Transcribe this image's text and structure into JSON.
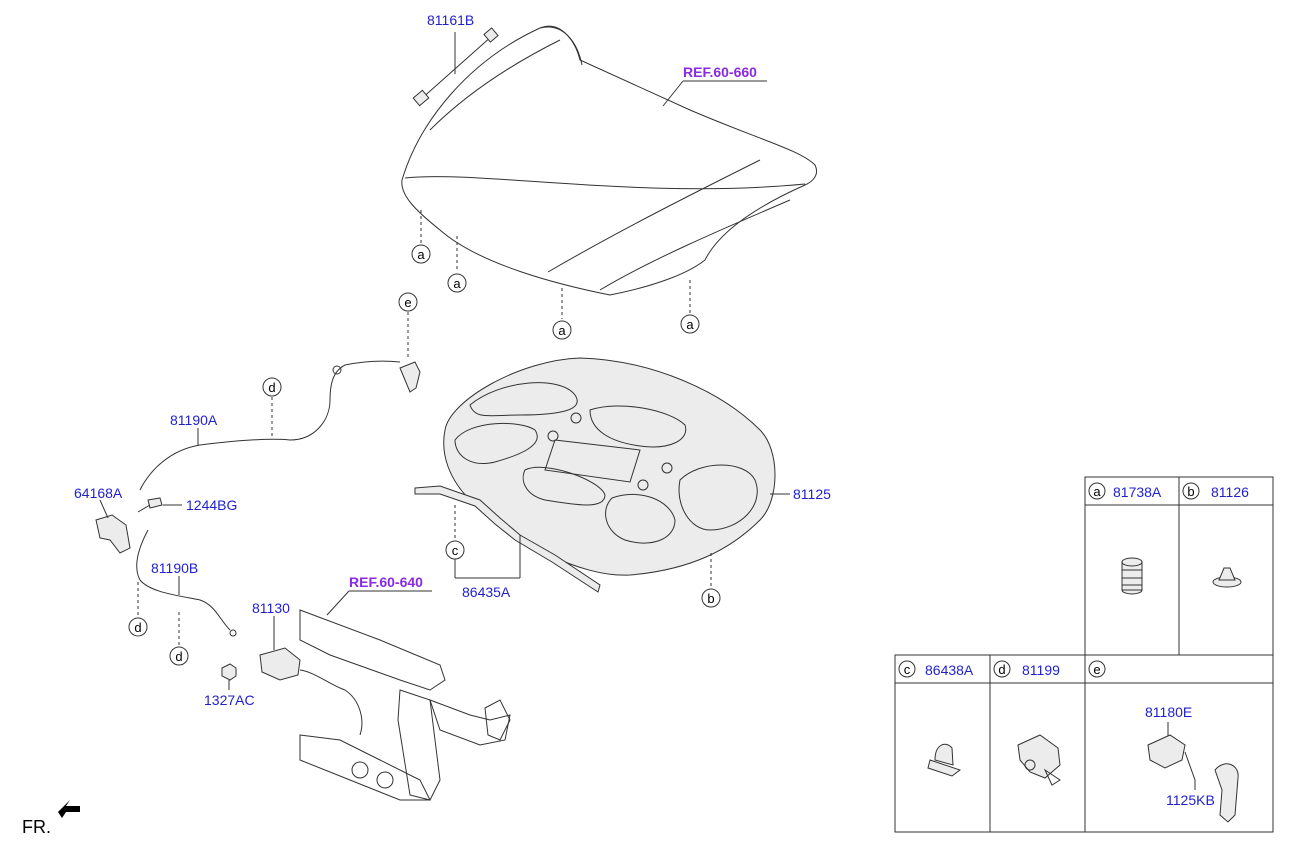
{
  "part_numbers": {
    "p81161B": "81161B",
    "p81190A": "81190A",
    "p64168A": "64168A",
    "p1244BG": "1244BG",
    "p81190B": "81190B",
    "p81130": "81130",
    "p1327AC": "1327AC",
    "p86435A": "86435A",
    "p81125": "81125"
  },
  "references": {
    "hood": "REF.60-660",
    "carrier": "REF.60-640"
  },
  "callout_letters": {
    "a": "a",
    "b": "b",
    "c": "c",
    "d": "d",
    "e": "e"
  },
  "legend": {
    "a": {
      "letter": "a",
      "part": "81738A"
    },
    "b": {
      "letter": "b",
      "part": "81126"
    },
    "c": {
      "letter": "c",
      "part": "86438A"
    },
    "d": {
      "letter": "d",
      "part": "81199"
    },
    "e": {
      "letter": "e",
      "parts": [
        "81180E",
        "1125KB"
      ]
    }
  },
  "front_indicator": "FR."
}
